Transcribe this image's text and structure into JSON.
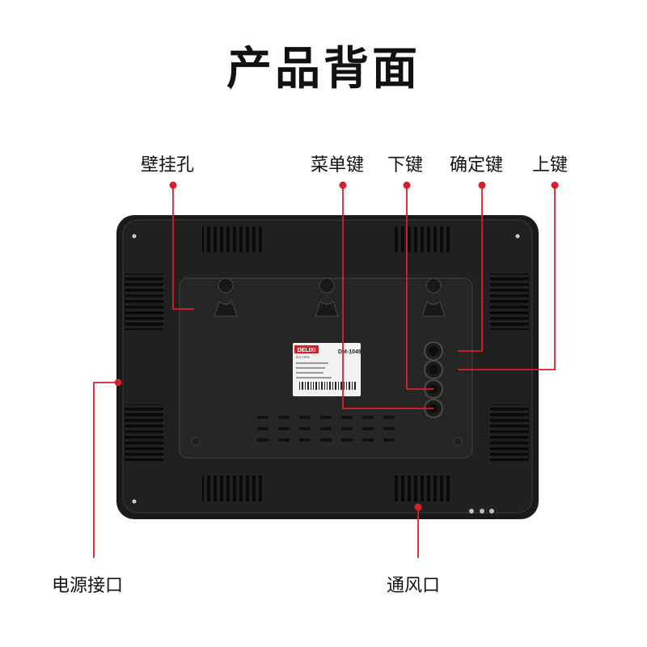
{
  "title": "产品背面",
  "callouts": {
    "wall_hole": "壁挂孔",
    "menu_key": "菜单键",
    "down_key": "下键",
    "ok_key": "确定键",
    "up_key": "上键",
    "power_port": "电源接口",
    "vent": "通风口"
  },
  "label": {
    "brand": "DELIXI",
    "brand_sub": "ELECTRIC",
    "model": "DM-1049"
  },
  "colors": {
    "accent": "#d71f2b",
    "device_body": "#1a1a1a",
    "device_panel": "#2a2a2a"
  }
}
